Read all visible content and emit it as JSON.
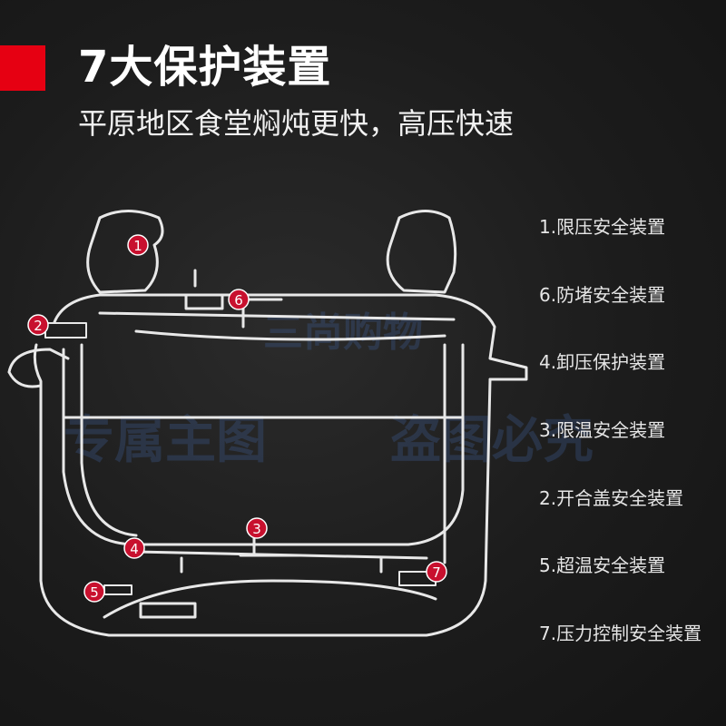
{
  "header": {
    "title": "7大保护装置",
    "subtitle": "平原地区食堂焖炖更快，高压快速"
  },
  "watermark": {
    "brand": "三尚购物",
    "notice_left": "专属主图",
    "notice_right": "盗图必究"
  },
  "callouts": [
    "1",
    "2",
    "3",
    "4",
    "5",
    "6",
    "7"
  ],
  "legend": [
    "1.限压安全装置",
    "6.防堵安全装置",
    "4.卸压保护装置",
    "3.限温安全装置",
    "2.开合盖安全装置",
    "5.超温安全装置",
    "7.压力控制安全装置"
  ],
  "colors": {
    "accent": "#e60012",
    "callout": "#c8102e",
    "background": "#1c1c1c"
  }
}
